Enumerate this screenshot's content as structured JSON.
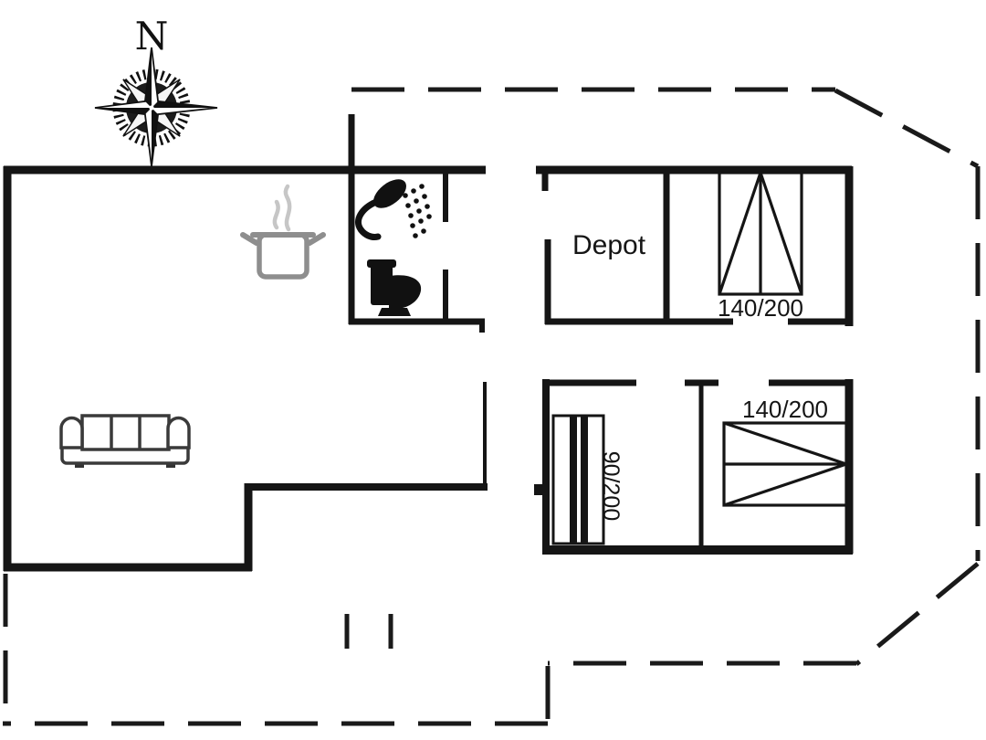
{
  "compass": {
    "label": "N"
  },
  "rooms": {
    "depot": {
      "label": "Depot"
    },
    "bedroom_top_right": {
      "bed_size": "140/200"
    },
    "bedroom_bottom_right": {
      "double_bed_size": "140/200",
      "single_bed_size": "90/200"
    }
  },
  "icons": {
    "compass": "compass-rose-icon",
    "kitchen": "cooking-pot-icon",
    "bathroom": [
      "shower-icon",
      "toilet-icon"
    ],
    "living_room": "sofa-icon",
    "beds": [
      "double-bed-icon",
      "double-bed-icon",
      "single-bed-icon"
    ]
  },
  "colors": {
    "wall": "#151515",
    "boundary": "#1a1a1a",
    "fixture": "#111111",
    "furniture_outline": "#3a3a3a",
    "kitchen_gray": "#8e8e8e",
    "steam_gray": "#c6c6c6",
    "background": "#ffffff"
  }
}
